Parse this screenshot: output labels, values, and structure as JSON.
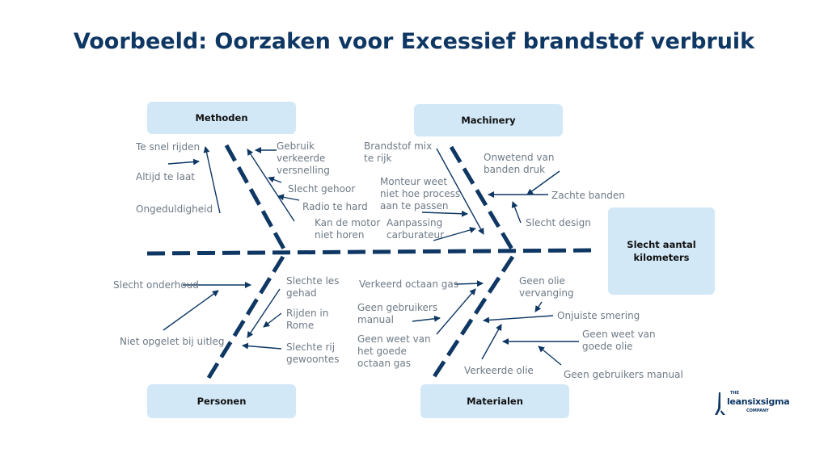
{
  "title": "Voorbeeld: Oorzaken voor Excessief brandstof verbruik",
  "effect": "Slecht aantal kilometers",
  "categories": {
    "methoden": "Methoden",
    "machinery": "Machinery",
    "personen": "Personen",
    "materialen": "Materialen"
  },
  "causes": {
    "methoden": [
      "Te snel rijden",
      "Altijd te laat",
      "Ongeduldigheid",
      "Gebruik verkeerde versnelling",
      "Slecht gehoor",
      "Radio te hard",
      "Kan de motor niet horen"
    ],
    "machinery": [
      "Brandstof mix te rijk",
      "Monteur weet niet hoe process aan te passen",
      "Aanpassing carburateur",
      "Onwetend van banden druk",
      "Zachte banden",
      "Slecht design"
    ],
    "personen": [
      "Slecht onderhoud",
      "Niet opgelet bij uitleg",
      "Slechte les gehad",
      "Rijden in Rome",
      "Slechte rij gewoontes"
    ],
    "materialen": [
      "Verkeerd octaan gas",
      "Geen gebruikers manual",
      "Geen weet van het goede octaan gas",
      "Verkeerde olie",
      "Geen olie vervanging",
      "Onjuiste smering",
      "Geen weet van goede olie",
      "Geen gebruikers manual"
    ]
  },
  "colors": {
    "primary": "#0e3763",
    "box": "#d2e8f7",
    "text": "#6e7a86"
  },
  "logo": {
    "top": "THE",
    "main": "leansixsigma",
    "sub": "COMPANY"
  }
}
